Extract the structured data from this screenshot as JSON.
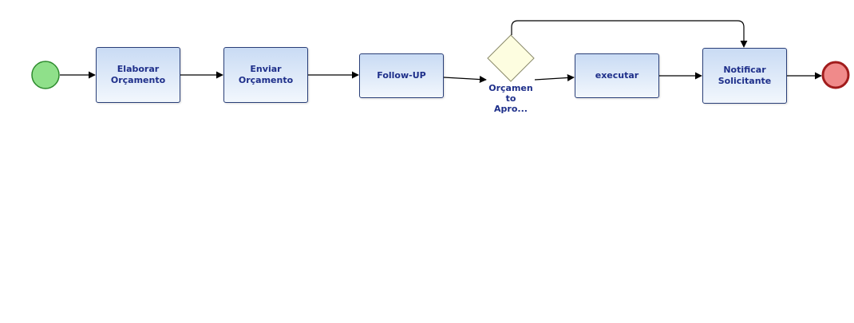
{
  "diagram": {
    "start_event": {
      "label": ""
    },
    "tasks": [
      {
        "id": "t1",
        "line1": "Elaborar",
        "line2": "Orçamento"
      },
      {
        "id": "t2",
        "line1": "Enviar",
        "line2": "Orçamento"
      },
      {
        "id": "t3",
        "line1": "Follow-UP",
        "line2": ""
      },
      {
        "id": "t4",
        "line1": "executar",
        "line2": ""
      },
      {
        "id": "t5",
        "line1": "Notificar",
        "line2": "Solicitante"
      }
    ],
    "gateway": {
      "line1": "Orçamen",
      "line2": "to",
      "line3": "Apro..."
    },
    "end_event": {
      "label": ""
    },
    "colors": {
      "start_fill": "#8fe08a",
      "start_stroke": "#2e8b2e",
      "end_fill": "#f08a8a",
      "end_stroke": "#a11c1c",
      "gateway_fill": "#fdfde0",
      "gateway_stroke": "#8a8a6a",
      "flow_stroke": "#000000",
      "text": "#1e2f8a"
    }
  }
}
